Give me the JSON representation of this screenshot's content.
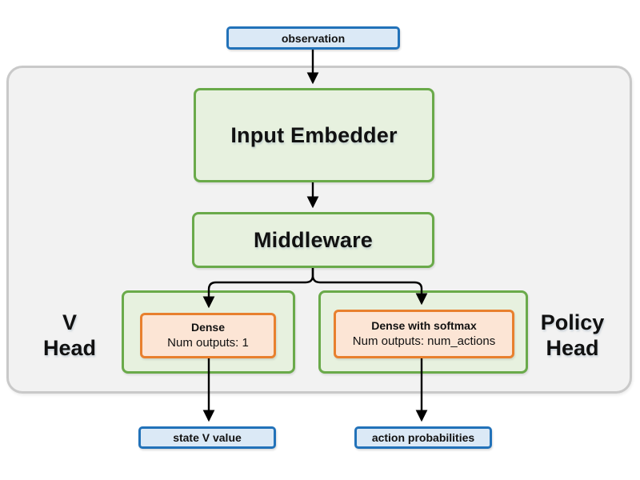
{
  "diagram": {
    "observation_label": "observation",
    "input_embedder_label": "Input Embedder",
    "middleware_label": "Middleware",
    "v_head": {
      "label_line1": "V",
      "label_line2": "Head",
      "dense_title": "Dense",
      "dense_subtitle": "Num outputs: 1",
      "output_label": "state V value"
    },
    "policy_head": {
      "label_line1": "Policy",
      "label_line2": "Head",
      "dense_title": "Dense with softmax",
      "dense_subtitle": "Num outputs: num_actions",
      "output_label": "action probabilities"
    }
  },
  "colors": {
    "container_fill": "#f2f2f2",
    "container_border": "#c9c9c9",
    "io_box_fill": "#dbe9f6",
    "io_box_border": "#2272b9",
    "layer_box_fill": "#e7f1df",
    "layer_box_border": "#6aaa4a",
    "dense_box_fill": "#fce5d5",
    "dense_box_border": "#e8802e",
    "arrow": "#000000",
    "text": "#111111"
  }
}
